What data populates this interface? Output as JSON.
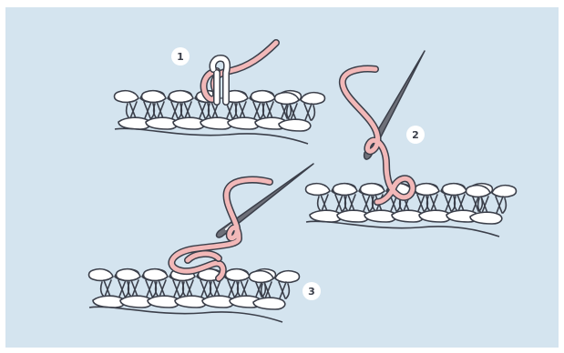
{
  "steps": [
    {
      "number": "1"
    },
    {
      "number": "2"
    },
    {
      "number": "3"
    }
  ],
  "colors": {
    "background": "#d4e4ef",
    "yarn_outline": "#3b3f4a",
    "stitch_fill": "#ffffff",
    "pink_yarn": "#f2b8b8",
    "needle": "#6e7079",
    "badge": "#ffffff"
  },
  "icons": [
    "crochet-stitch-row-icon",
    "darning-needle-icon",
    "yarn-strand-icon",
    "step-number-badge"
  ]
}
